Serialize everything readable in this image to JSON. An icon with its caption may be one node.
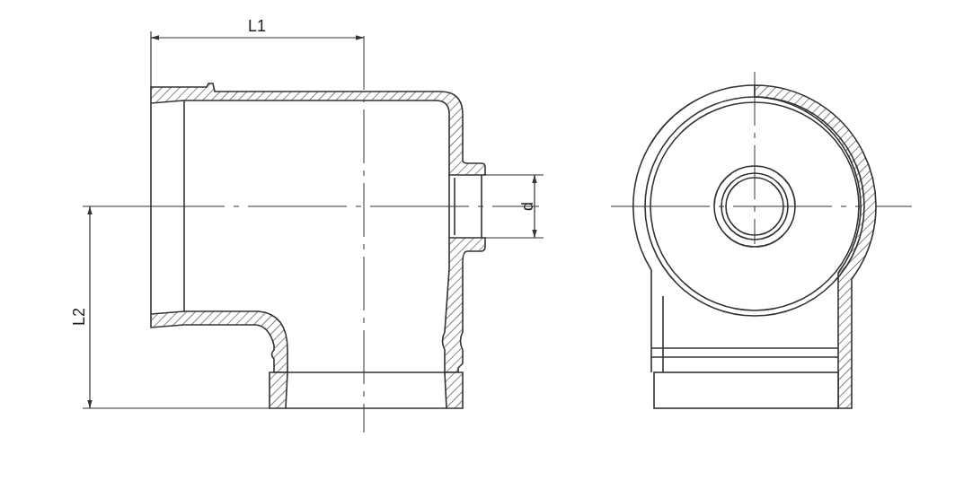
{
  "diagram": {
    "labels": [
      "L1",
      "L2",
      "d"
    ]
  }
}
